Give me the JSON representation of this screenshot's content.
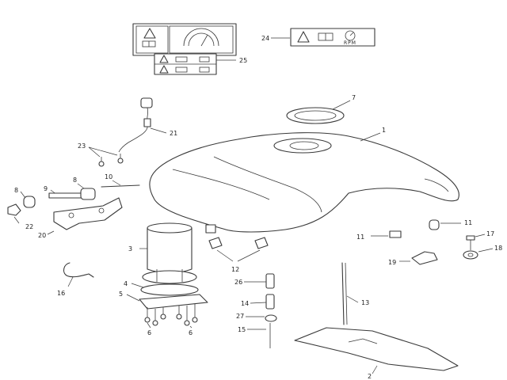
{
  "callouts": {
    "c1": "1",
    "c2": "2",
    "c3": "3",
    "c4": "4",
    "c5": "5",
    "c6a": "6",
    "c6b": "6",
    "c7": "7",
    "c8": "8",
    "c9": "9",
    "c10": "10",
    "c11a": "11",
    "c11b": "11",
    "c12": "12",
    "c13": "13",
    "c14": "14",
    "c15": "15",
    "c16": "16",
    "c17": "17",
    "c18": "18",
    "c19": "19",
    "c20": "20",
    "c21": "21",
    "c22": "22",
    "c23": "23",
    "c24": "24",
    "c25": "25",
    "c26": "26",
    "c27": "27"
  },
  "labels": {
    "rpm_text": "RPM"
  },
  "icons": {
    "warning": "warning-triangle-icon",
    "book": "manual-book-icon",
    "tachometer": "tachometer-icon"
  },
  "colors": {
    "line": "#3a3a3a",
    "background": "#ffffff"
  }
}
